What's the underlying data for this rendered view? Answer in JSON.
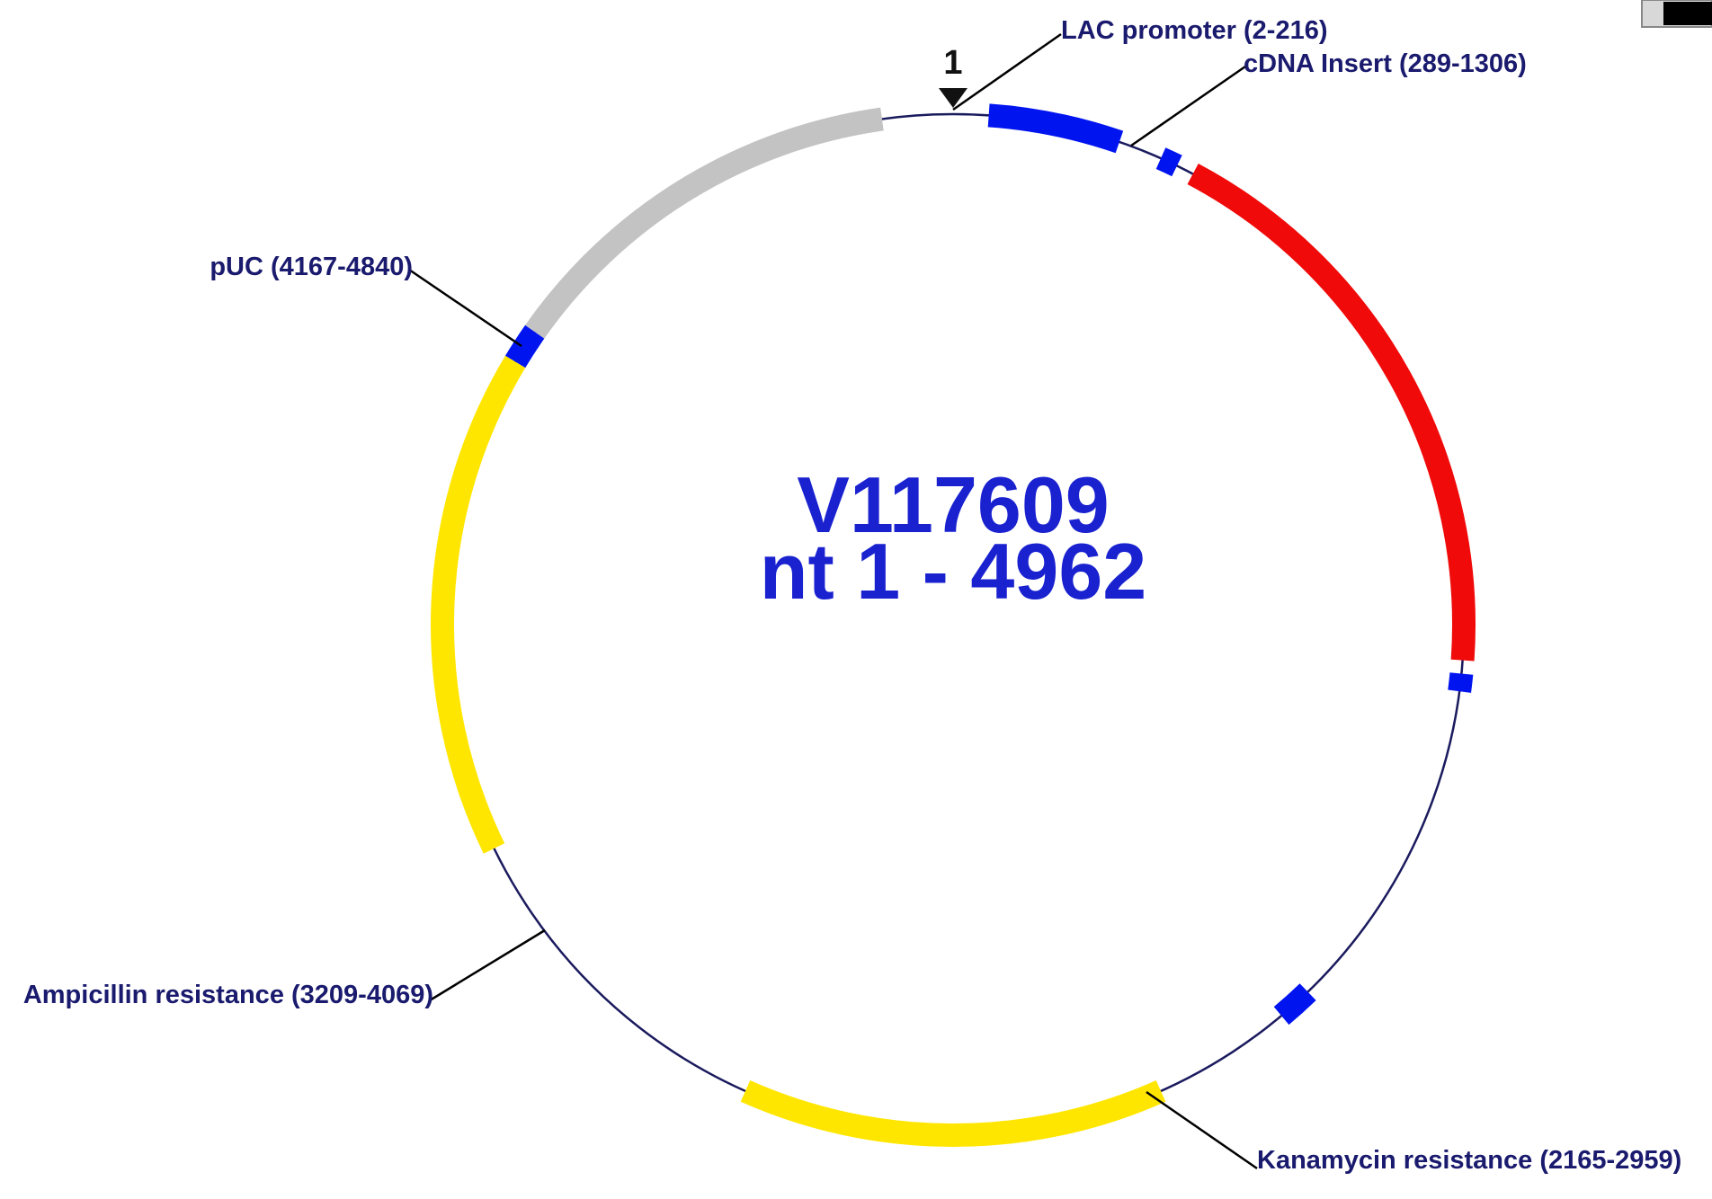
{
  "plasmid": {
    "name": "V117609",
    "range": "nt 1 - 4962",
    "origin_label": "1"
  },
  "colors": {
    "blue": "#0014f0",
    "red": "#f00a0a",
    "yellow": "#ffe600",
    "gray": "#c3c3c3",
    "backbone": "#1a1a5e",
    "label_text": "#1a1a6e",
    "title_text": "#1a22d0"
  },
  "features": [
    {
      "id": "lac",
      "label": "LAC promoter (2-216)"
    },
    {
      "id": "cdna",
      "label": "cDNA Insert (289-1306)"
    },
    {
      "id": "kan",
      "label": "Kanamycin resistance (2165-2959)"
    },
    {
      "id": "amp",
      "label": "Ampicillin resistance (3209-4069)"
    },
    {
      "id": "puc",
      "label": "pUC (4167-4840)"
    }
  ]
}
